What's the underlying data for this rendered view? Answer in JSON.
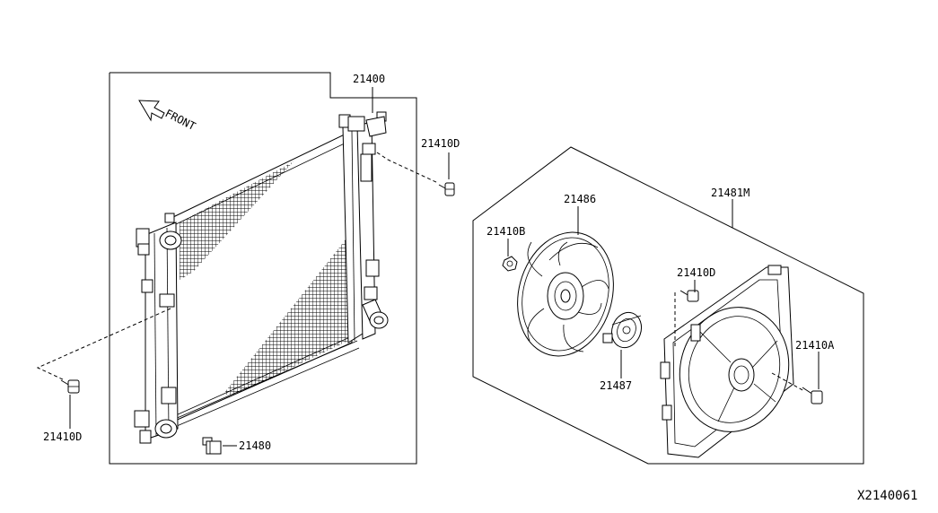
{
  "diagram": {
    "front_label": "FRONT",
    "drawing_code": "X2140061",
    "callouts": {
      "radiator": "21400",
      "bolt_upper_right": "21410D",
      "bolt_lower_left": "21410D",
      "drain_plug": "21480",
      "fan_shroud_assembly": "21481M",
      "fan": "21486",
      "nut": "21410B",
      "motor": "21487",
      "bolt_shroud_top": "21410D",
      "bolt_shroud_right": "21410A"
    }
  }
}
